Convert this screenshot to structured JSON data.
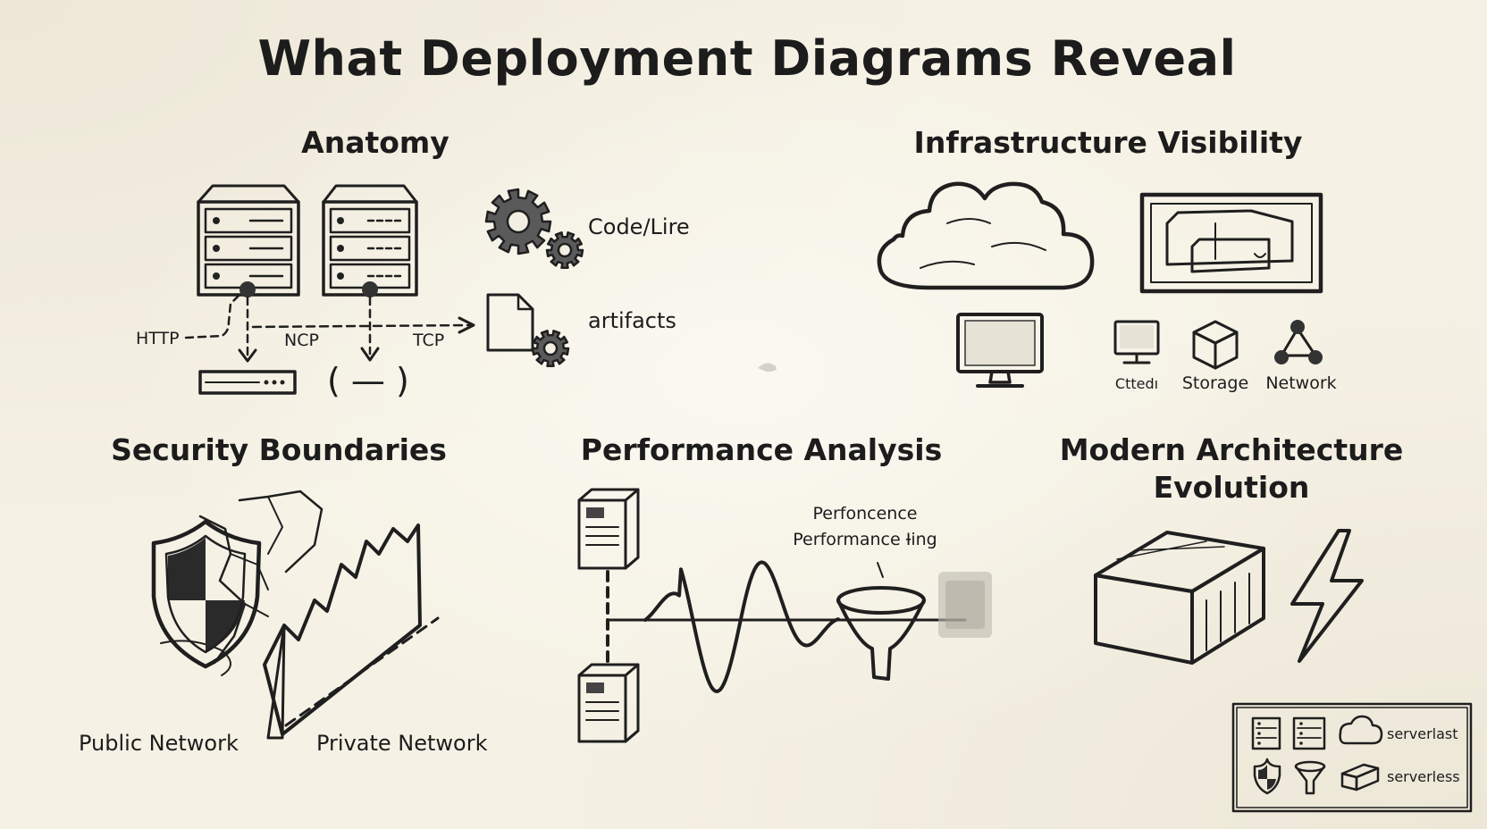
{
  "title": "What Deployment Diagrams Reveal",
  "sections": {
    "anatomy": {
      "title": "Anatomy",
      "labels": {
        "code": "Code/Lire",
        "artifacts": "artifacts",
        "http": "HTTP",
        "ncp": "NCP",
        "tcp": "TCP",
        "paren": "( — )"
      }
    },
    "infrastructure": {
      "title": "Infrastructure Visibility",
      "labels": {
        "client": "Cttedı",
        "storage": "Storage",
        "network": "Network"
      }
    },
    "security": {
      "title": "Security Boundaries",
      "labels": {
        "public": "Public Network",
        "private": "Private Network"
      }
    },
    "performance": {
      "title": "Performance Analysis",
      "labels": {
        "line1": "Perfoncence",
        "line2": "Performance Ɨing"
      }
    },
    "modern": {
      "title_line1": "Modern Architecture",
      "title_line2": "Evolution"
    }
  },
  "legend": {
    "row1_label": "serverlast",
    "row2_label": "serverless"
  },
  "icons": {
    "gear": "gear-icon",
    "document": "document-gear-icon",
    "cloud": "cloud-icon",
    "monitor": "monitor-icon",
    "cube": "storage-cube-icon",
    "network": "network-nodes-icon",
    "shield": "shield-icon",
    "funnel": "funnel-icon",
    "container": "shipping-container-icon",
    "bolt": "lightning-bolt-icon"
  },
  "colors": {
    "paper": "#f5f1e4",
    "ink": "#1c1c1c"
  }
}
